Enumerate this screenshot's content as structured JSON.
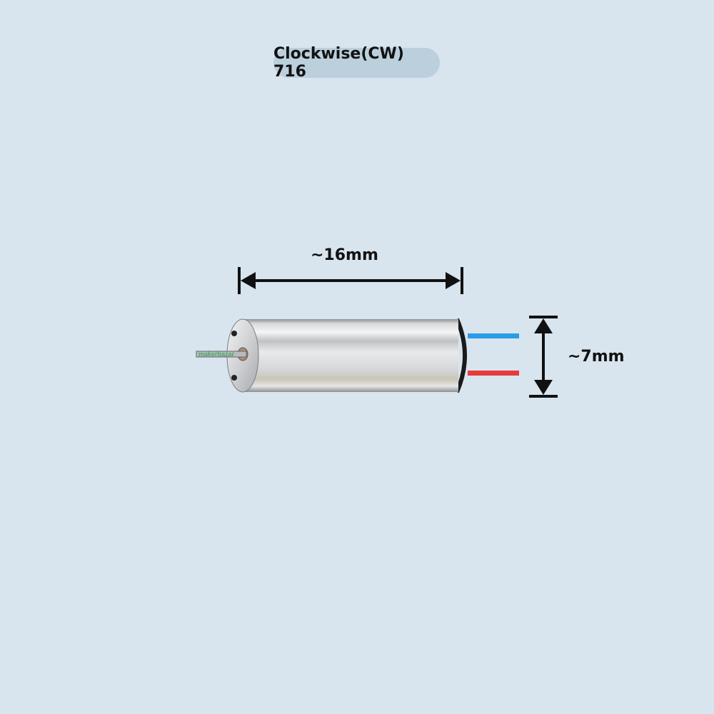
{
  "title": "Clockwise(CW) 716",
  "dimensions": {
    "length_label": "~16mm",
    "diameter_label": "~7mm"
  },
  "product": {
    "name": "coreless-dc-motor",
    "rotation": "Clockwise (CW)",
    "model": "716",
    "wire_colors": {
      "positive": "#e83a3a",
      "negative": "#2a9de8"
    },
    "watermark": "makerbazar"
  },
  "colors": {
    "background": "#d8e4ee",
    "pill": "#bccfdd",
    "text": "#111111"
  }
}
